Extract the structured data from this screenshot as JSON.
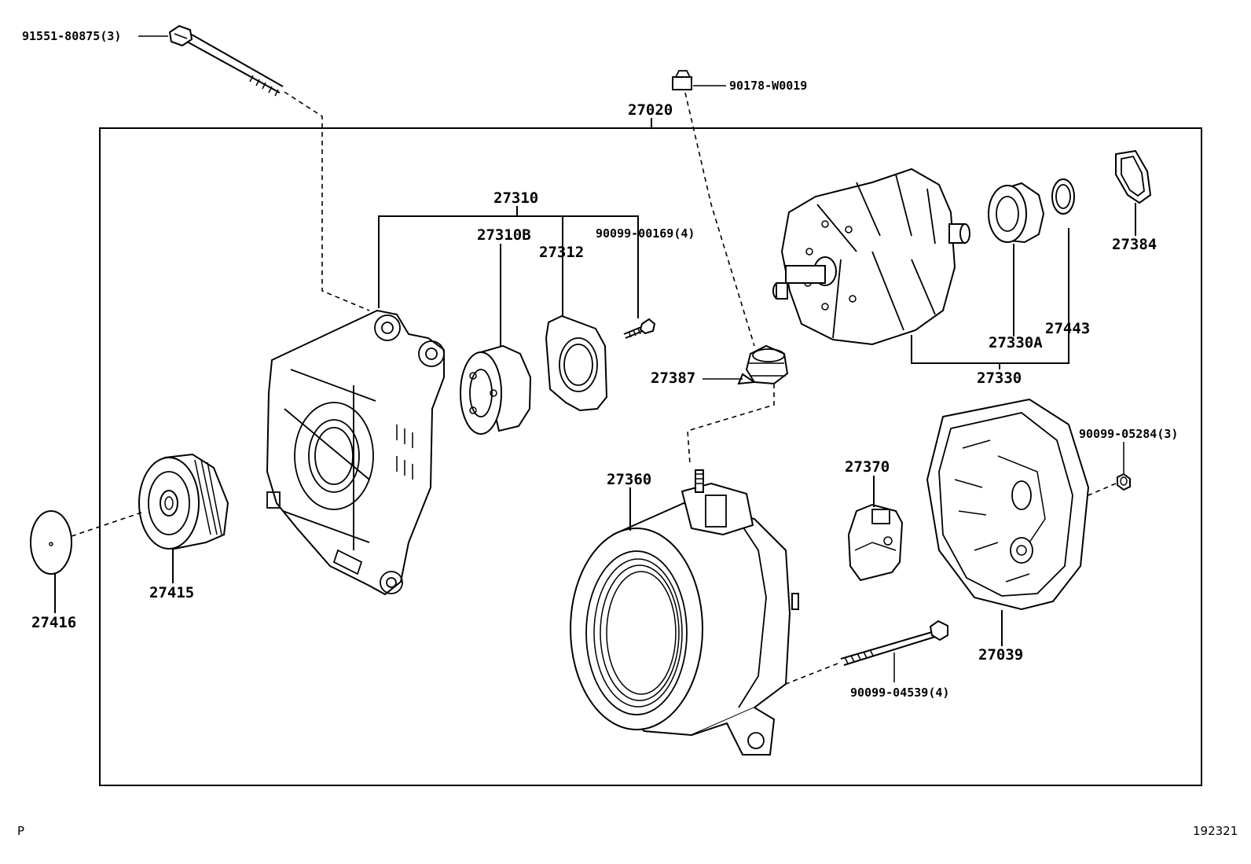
{
  "labels": {
    "p91551": "91551-80875(3)",
    "p90178": "90178-W0019",
    "p27020": "27020",
    "p27310": "27310",
    "p27310b": "27310B",
    "p27312": "27312",
    "p90099_00169": "90099-00169(4)",
    "p27384": "27384",
    "p27443": "27443",
    "p27330a": "27330A",
    "p27330": "27330",
    "p27387": "27387",
    "p90099_05284": "90099-05284(3)",
    "p27370": "27370",
    "p27360": "27360",
    "p27415": "27415",
    "p27416": "27416",
    "p27039": "27039",
    "p90099_04539": "90099-04539(4)"
  },
  "footer": {
    "left_mark": "P",
    "diagram_id": "192321"
  }
}
